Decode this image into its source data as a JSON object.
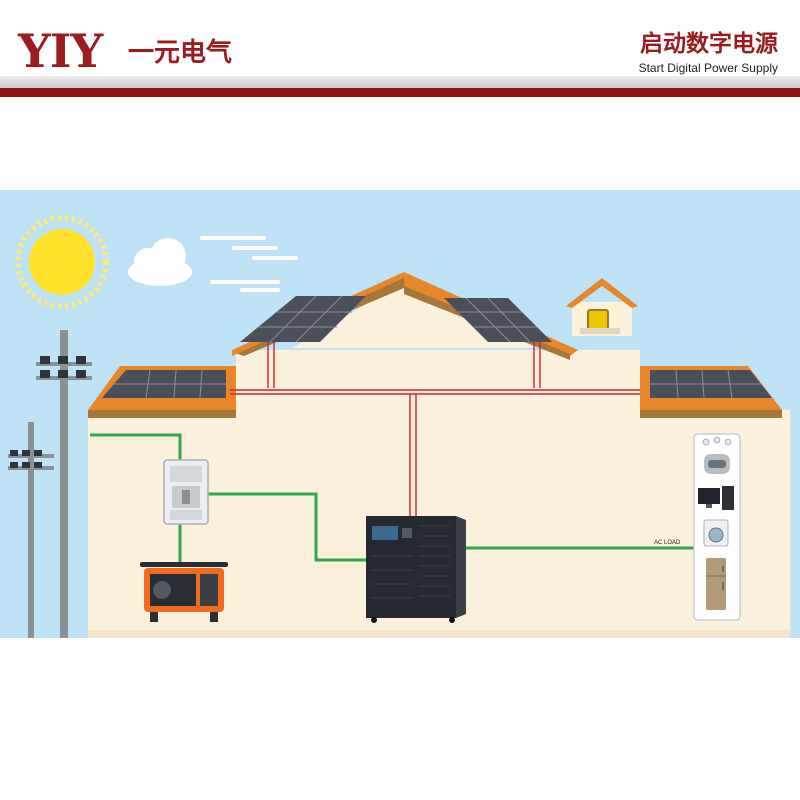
{
  "header": {
    "logo_latin": "YIY",
    "logo_cn": "一元电气",
    "tagline_cn": "启动数字电源",
    "tagline_en": "Start Digital Power Supply"
  },
  "diagram": {
    "load_label": "AC LOAD"
  },
  "colors": {
    "brand_red": "#9b1b1e",
    "sky": "#bfe3f6",
    "wall": "#fbf0dc",
    "roof_orange": "#e8862a",
    "roof_brown": "#a6773a",
    "solar_panel": "#4a4f5a",
    "ground_wire": "#2fa84f",
    "dc_wire": "#d2232a",
    "sun": "#ffe229"
  }
}
